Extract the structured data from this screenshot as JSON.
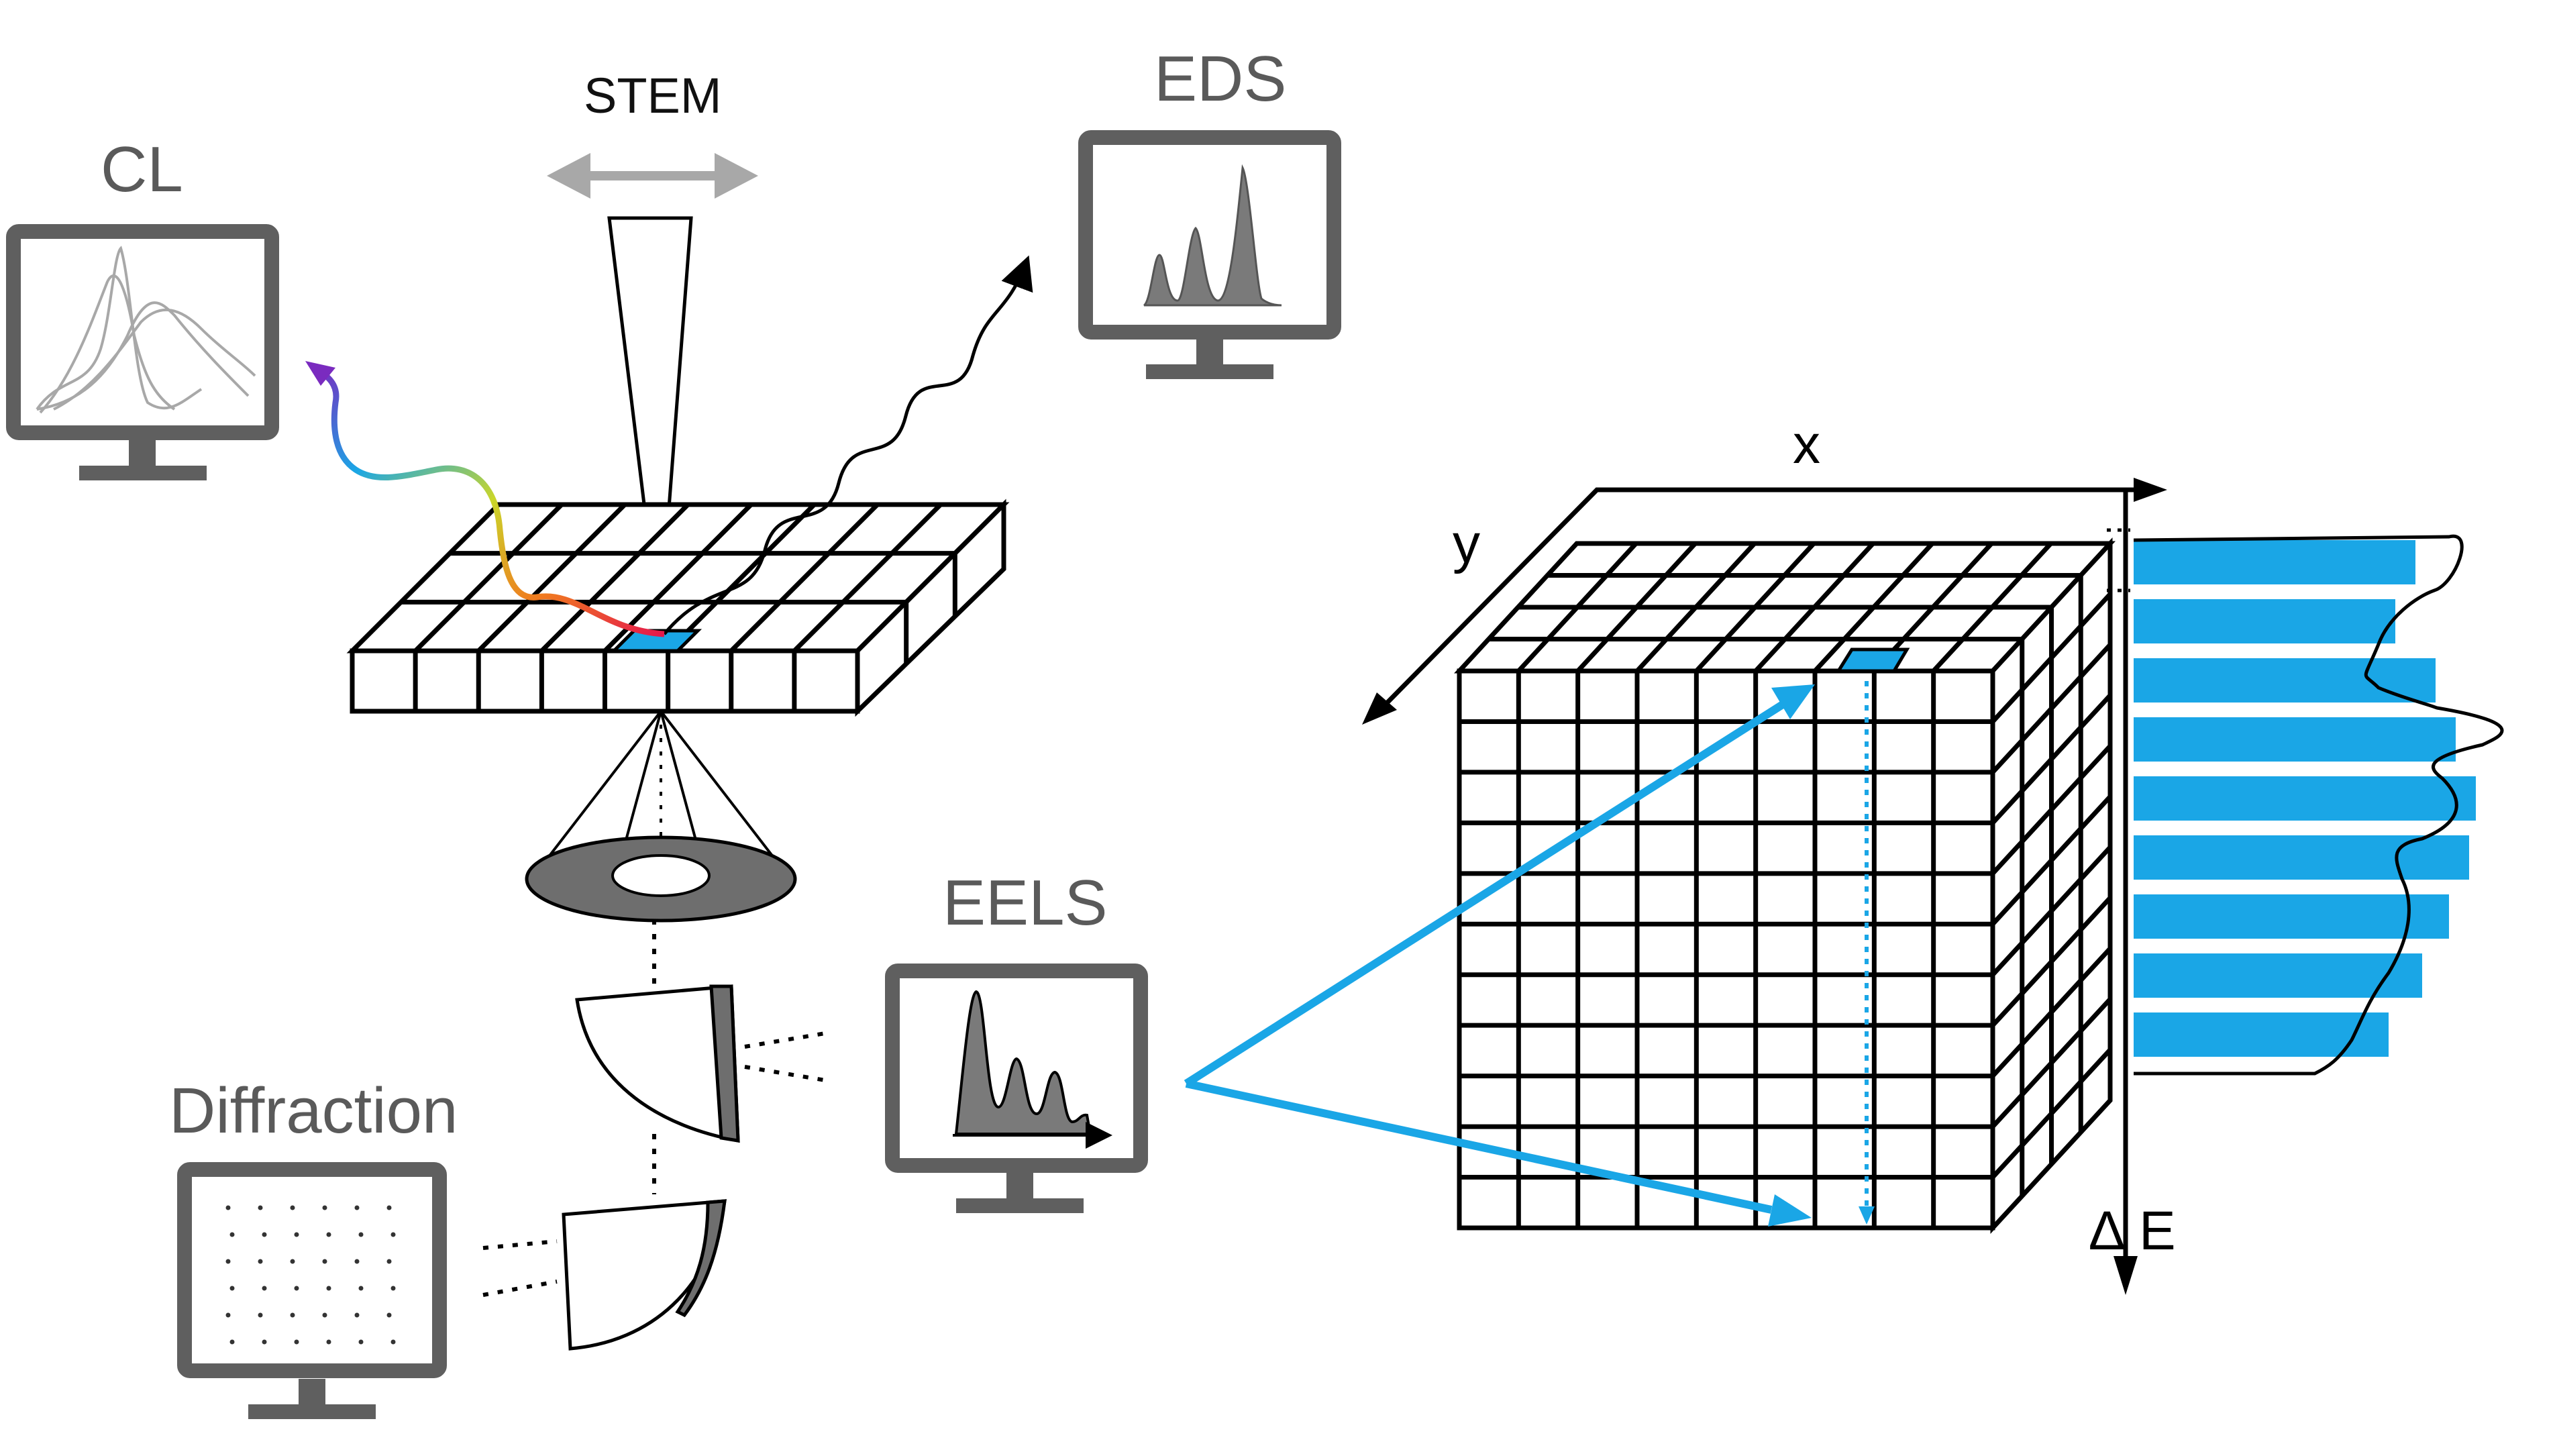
{
  "labels": {
    "stem": "STEM",
    "eds": "EDS",
    "cl": "CL",
    "eels": "EELS",
    "diffraction": "Diffraction",
    "x_axis": "x",
    "y_axis": "y",
    "delta_e": "∆ E"
  },
  "colors": {
    "monitor_frame": "#5f5f5f",
    "spectrum_fill": "#7a7a7a",
    "highlight_blue": "#1aa6e6",
    "grid_line": "#000000",
    "diffraction_disc": "#6e6e6e",
    "beam_arrow": "#a8a8a8"
  },
  "icons": {
    "monitor": "monitor-icon",
    "probe": "electron-probe-icon",
    "xray": "xray-wave-icon",
    "photon": "photon-rainbow-icon"
  }
}
